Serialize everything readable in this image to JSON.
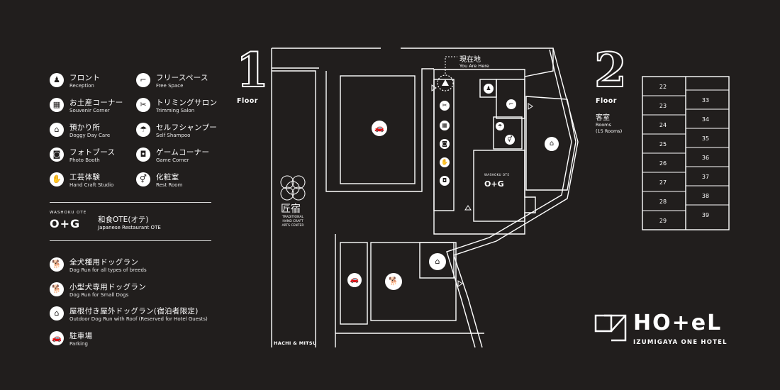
{
  "legend": {
    "items_left": [
      {
        "jp": "フロント",
        "en": "Reception",
        "icon": "bell-icon",
        "glyph": "♟"
      },
      {
        "jp": "お土産コーナー",
        "en": "Souvenir Corner",
        "icon": "gift-icon",
        "glyph": "▦"
      },
      {
        "jp": "預かり所",
        "en": "Doggy Day Care",
        "icon": "doghouse-icon",
        "glyph": "⌂"
      },
      {
        "jp": "フォトブース",
        "en": "Photo Booth",
        "icon": "camera-icon",
        "glyph": "◙"
      },
      {
        "jp": "工芸体験",
        "en": "Hand Craft Studio",
        "icon": "hands-icon",
        "glyph": "✋"
      }
    ],
    "items_right": [
      {
        "jp": "フリースペース",
        "en": "Free Space",
        "icon": "lounge-chair-icon",
        "glyph": "⌐"
      },
      {
        "jp": "トリミングサロン",
        "en": "Trimming Salon",
        "icon": "scissors-icon",
        "glyph": "✂"
      },
      {
        "jp": "セルフシャンプー",
        "en": "Self Shampoo",
        "icon": "shower-icon",
        "glyph": "☂"
      },
      {
        "jp": "ゲームコーナー",
        "en": "Game Corner",
        "icon": "game-icon",
        "glyph": "◘"
      },
      {
        "jp": "化粧室",
        "en": "Rest Room",
        "icon": "restroom-icon",
        "glyph": "⚥"
      }
    ],
    "restaurant": {
      "brand_small": "WASHOKU OTE",
      "jp": "和食OTE(オテ)",
      "en": "Japanese Restaurant OTE",
      "logo": "O+G"
    },
    "dogruns": [
      {
        "jp": "全犬種用ドッグラン",
        "en": "Dog Run for all types of breeds",
        "icon": "dog-run-icon",
        "glyph": "🐕"
      },
      {
        "jp": "小型犬専用ドッグラン",
        "en": "Dog Run for Small Dogs",
        "icon": "small-dog-icon",
        "glyph": "🐕"
      },
      {
        "jp": "屋根付き屋外ドッグラン(宿泊者限定)",
        "en": "Outdoor Dog Run with Roof (Reserved for Hotel Guests)",
        "icon": "roof-dog-icon",
        "glyph": "⌂"
      },
      {
        "jp": "駐車場",
        "en": "Parking",
        "icon": "car-icon",
        "glyph": "🚗"
      }
    ]
  },
  "floor1": {
    "number": "1",
    "label": "Floor"
  },
  "floor2": {
    "number": "2",
    "label": "Floor",
    "rooms_jp": "客室",
    "rooms_en1": "Rooms",
    "rooms_en2": "(15 Rooms)"
  },
  "you_are_here": {
    "jp": "現在地",
    "en": "You Are Here"
  },
  "craft_center": {
    "jp": "匠宿",
    "en1": "TRADITIONAL",
    "en2": "HAND CRAFT",
    "en3": "ARTS CENTER"
  },
  "hachi": "HACHI & MITSU",
  "washoku_small": "WASHOKU OTE",
  "washoku_logo": "O+G",
  "rooms_left": [
    "22",
    "23",
    "24",
    "25",
    "26",
    "27",
    "28",
    "29"
  ],
  "rooms_right": [
    "33",
    "34",
    "35",
    "36",
    "37",
    "38",
    "39"
  ],
  "hotel": {
    "logo": "HO+eL",
    "name": "IZUMIGAYA ONE HOTEL"
  }
}
